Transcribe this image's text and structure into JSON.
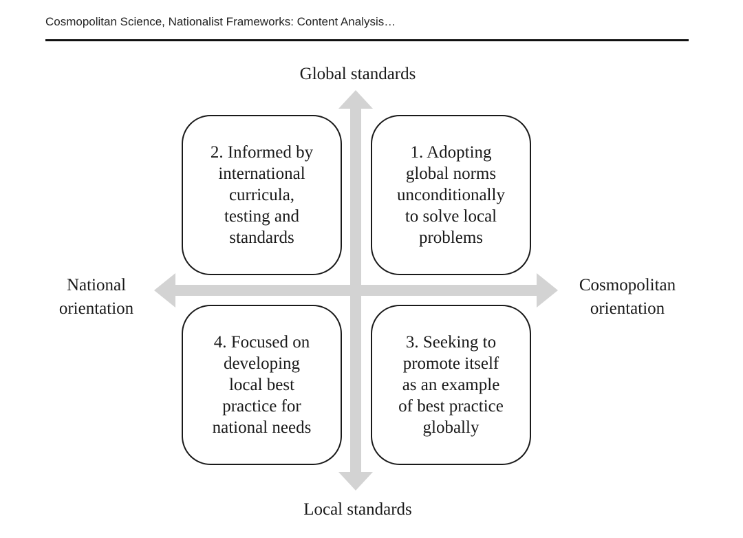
{
  "running_head": "Cosmopolitan Science, Nationalist Frameworks: Content Analysis…",
  "axes": {
    "top": "Global standards",
    "bottom": "Local standards",
    "left_lines": [
      "National",
      "orientation"
    ],
    "right_lines": [
      "Cosmopolitan",
      "orientation"
    ]
  },
  "quadrants": {
    "q2": {
      "lines": [
        "2. Informed by",
        "international",
        "curricula,",
        "testing and",
        "standards"
      ]
    },
    "q1": {
      "lines": [
        "1. Adopting",
        "global norms",
        "unconditionally",
        "to solve local",
        "problems"
      ]
    },
    "q4": {
      "lines": [
        "4. Focused on",
        "developing",
        "local best",
        "practice for",
        "national needs"
      ]
    },
    "q3": {
      "lines": [
        "3. Seeking to",
        "promote itself",
        "as an example",
        "of best practice",
        "globally"
      ]
    }
  },
  "colors": {
    "arrow": "#d3d3d3",
    "box_border": "#1a1a1a",
    "text": "#1a1a1a"
  }
}
